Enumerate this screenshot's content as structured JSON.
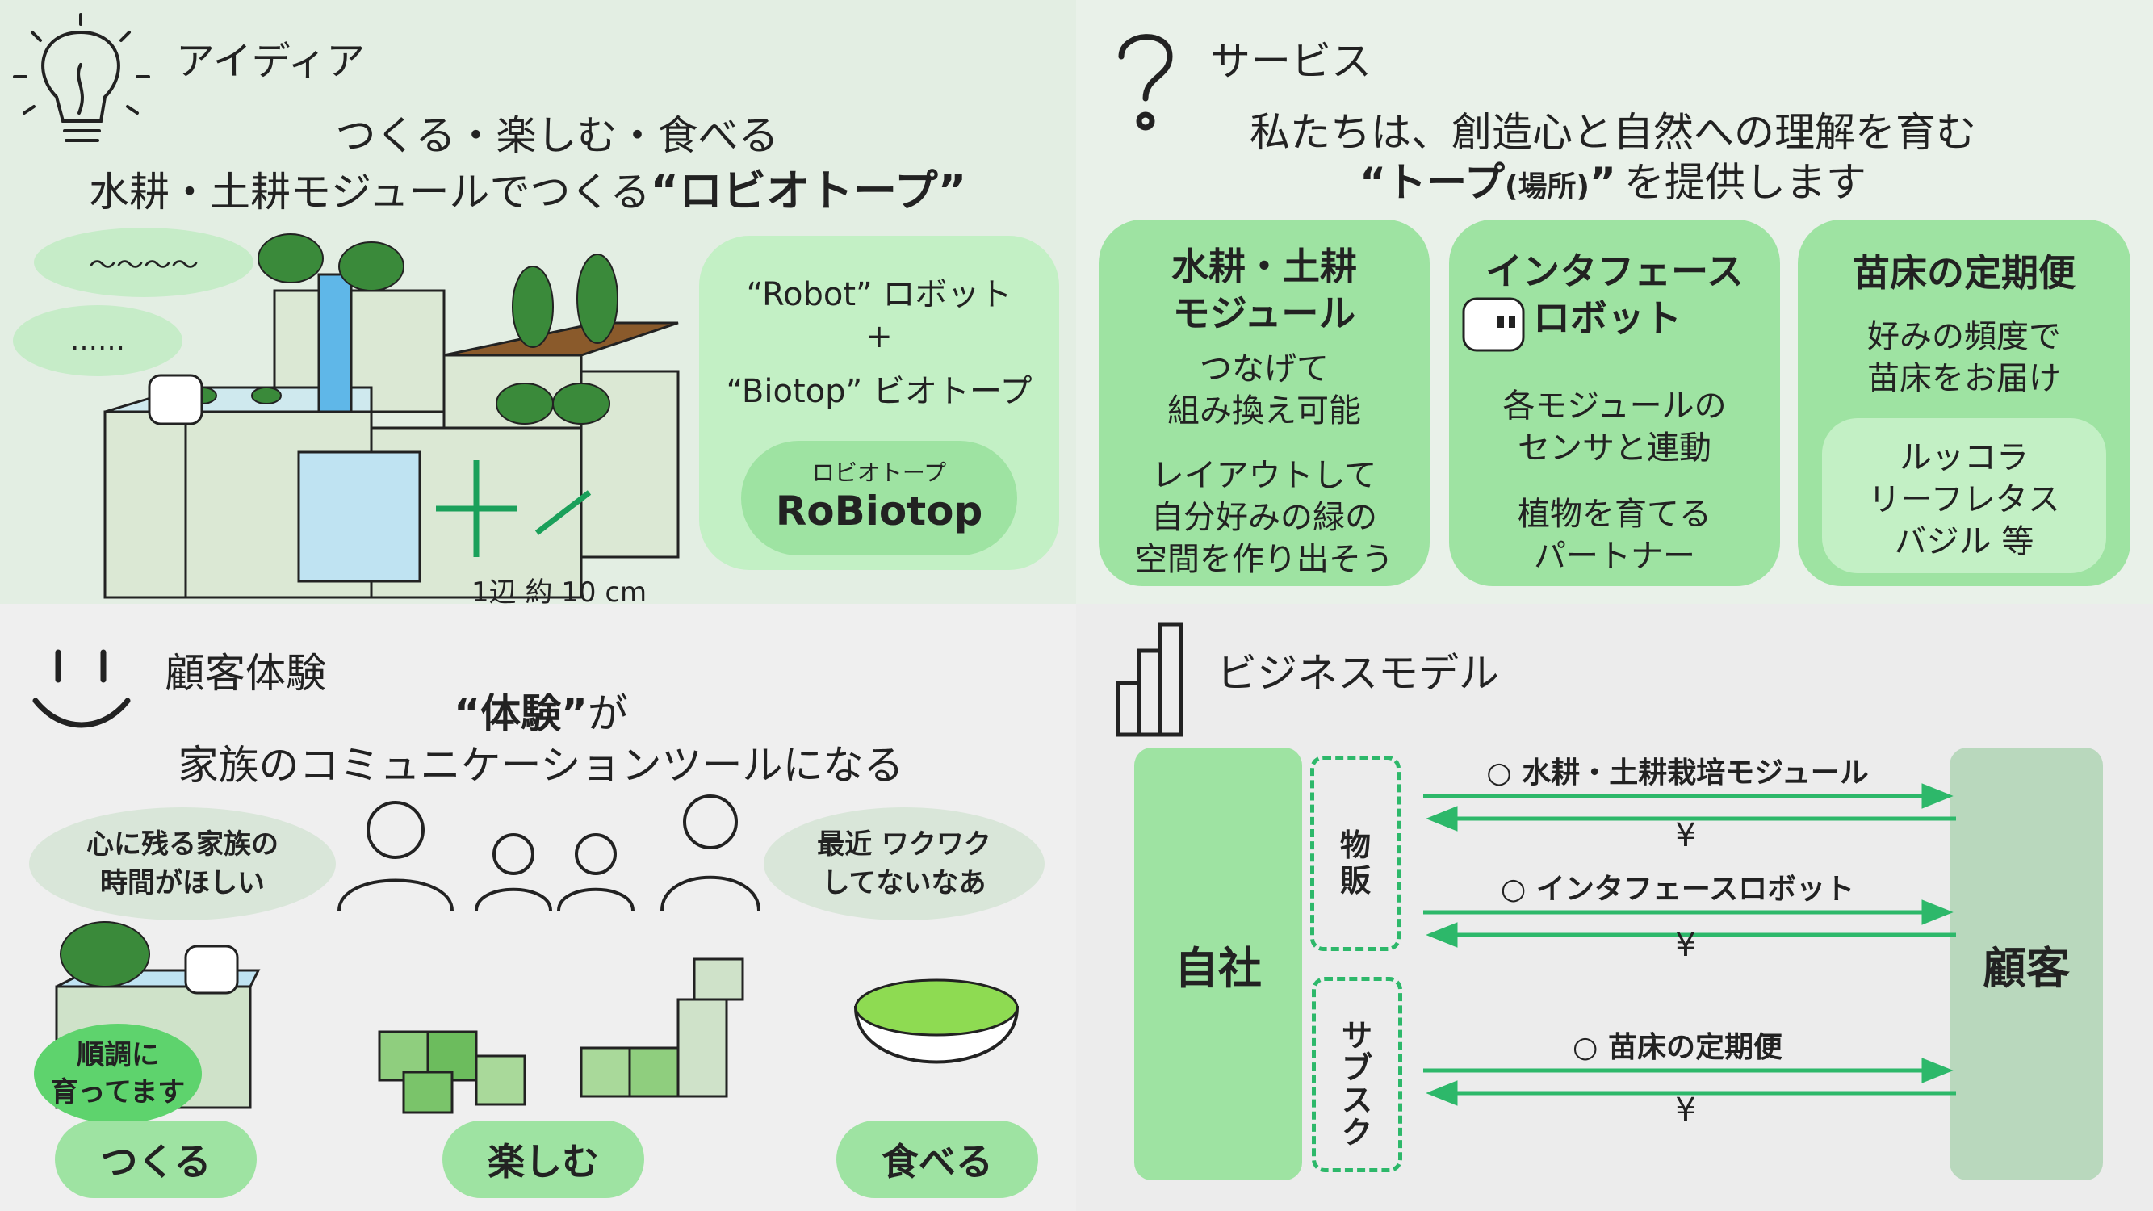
{
  "colors": {
    "q1_bg": "#e3eee3",
    "q2_bg": "#e9f1e9",
    "q3_bg": "#efefef",
    "q4_bg": "#ececec",
    "card": "#9ee3a2",
    "card_inner": "#c3f0c5",
    "bubble_gray": "#d9e6d9",
    "bubble_green": "#c6ecc8",
    "customer": "#b9d8bd",
    "arrow": "#2db86a"
  },
  "idea": {
    "heading": "アイディア",
    "line1": "つくる・楽しむ・食べる",
    "line2_prefix": "水耕・土耕モジュールでつくる",
    "line2_strong": "“ロビオトープ”",
    "bubble1": "〜〜〜〜",
    "bubble2": "……",
    "size_note": "1辺 約 10 cm",
    "name_card": {
      "robot": "“Robot” ロボット",
      "plus": "+",
      "biotop": "“Biotop” ビオトープ",
      "kana": "ロビオトープ",
      "name": "RoBiotop"
    },
    "icon": "lightbulb-icon"
  },
  "service": {
    "heading": "サービス",
    "line1": "私たちは、創造心と自然への理解を育む",
    "line2_strong": "“トープ",
    "line2_small": "(場所)",
    "line2_close": "”",
    "line2_rest": "を提供します",
    "icon": "question-icon",
    "cards": [
      {
        "title1": "水耕・土耕",
        "title2": "モジュール",
        "t1": "つなげて",
        "t2": "組み換え可能",
        "t3": "レイアウトして",
        "t4": "自分好みの緑の",
        "t5": "空間を作り出そう"
      },
      {
        "title1": "インタフェース",
        "title2": "ロボット",
        "t1": "各モジュールの",
        "t2": "センサと連動",
        "t3": "植物を育てる",
        "t4": "パートナー"
      },
      {
        "title1": "苗床の定期便",
        "t1": "好みの頻度で",
        "t2": "苗床をお届け",
        "i1": "ルッコラ",
        "i2": "リーフレタス",
        "i3": "バジル 等"
      }
    ]
  },
  "experience": {
    "heading": "顧客体験",
    "line1_strong": "“体験”",
    "line1_rest": "が",
    "line2": "家族のコミュニケーションツールになる",
    "bubble_left1": "心に残る家族の",
    "bubble_left2": "時間がほしい",
    "bubble_right1": "最近 ワクワク",
    "bubble_right2": "してないなあ",
    "bubble_grow1": "順調に",
    "bubble_grow2": "育ってます",
    "icon": "smile-icon",
    "steps": [
      "つくる",
      "楽しむ",
      "食べる"
    ]
  },
  "business": {
    "heading": "ビジネスモデル",
    "icon": "bar-chart-icon",
    "self": "自社",
    "customer": "顧客",
    "sales": [
      "物",
      "販"
    ],
    "subsc": [
      "サ",
      "ブ",
      "ス",
      "ク"
    ],
    "flows": [
      {
        "label": "○ 水耕・土耕栽培モジュール",
        "yen": "¥"
      },
      {
        "label": "○ インタフェースロボット",
        "yen": "¥"
      },
      {
        "label": "○ 苗床の定期便",
        "yen": "¥"
      }
    ]
  }
}
